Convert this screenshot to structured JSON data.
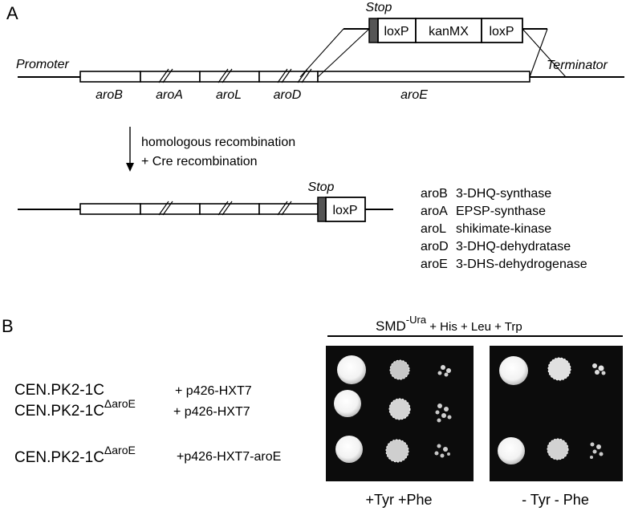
{
  "panel_a": {
    "label": "A",
    "construct": {
      "promoter": "Promoter",
      "terminator": "Terminator",
      "stop": "Stop",
      "cassette": [
        "loxP",
        "kanMX",
        "loxP"
      ],
      "genes": [
        "aroB",
        "aroA",
        "aroL",
        "aroD",
        "aroE"
      ]
    },
    "arrow_text_1": "homologous recombination",
    "arrow_text_2": "+ Cre recombination",
    "result": {
      "stop": "Stop",
      "lox": "loxP"
    },
    "legend": [
      {
        "gene": "aroB",
        "enzyme": "3-DHQ-synthase"
      },
      {
        "gene": "aroA",
        "enzyme": "EPSP-synthase"
      },
      {
        "gene": "aroL",
        "enzyme": "shikimate-kinase"
      },
      {
        "gene": "aroD",
        "enzyme": "3-DHQ-dehydratase"
      },
      {
        "gene": "aroE",
        "enzyme": "3-DHS-dehydrogenase"
      }
    ]
  },
  "panel_b": {
    "label": "B",
    "medium": {
      "base": "SMD",
      "sup": "-Ura",
      "rest": " + His + Leu + Trp"
    },
    "strains": [
      {
        "strain": "CEN.PK2-1C",
        "sup": "",
        "plasmid": "+ p426-HXT7"
      },
      {
        "strain": "CEN.PK2-1C",
        "sup": "ΔaroE",
        "plasmid": "+ p426-HXT7"
      },
      {
        "strain": "CEN.PK2-1C",
        "sup": "ΔaroE",
        "plasmid": "+p426-HXT7-aroE"
      }
    ],
    "plate_left_label": "+Tyr +Phe",
    "plate_right_label": "- Tyr - Phe"
  }
}
